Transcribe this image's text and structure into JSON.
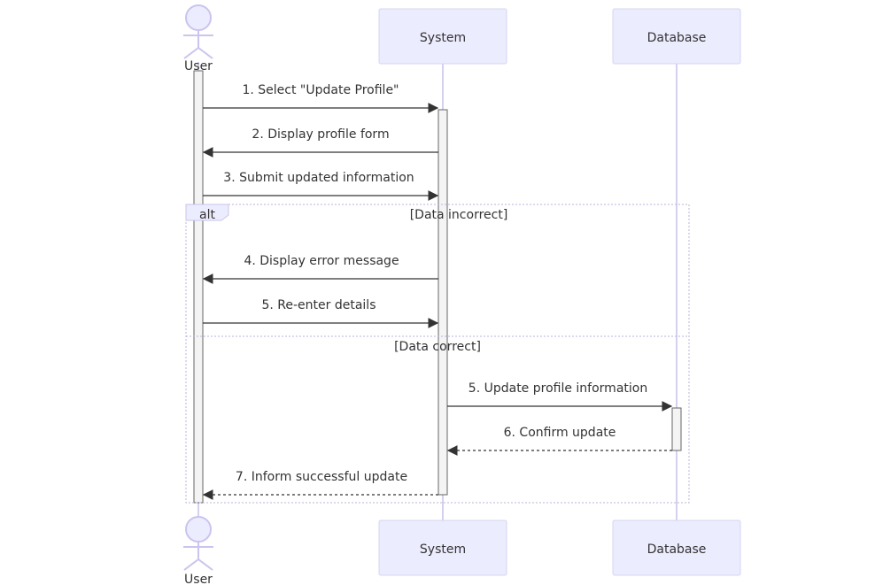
{
  "participants": {
    "user": "User",
    "system": "System",
    "database": "Database"
  },
  "messages": [
    {
      "label": "1. Select \"Update Profile\"",
      "from": "user",
      "to": "system",
      "style": "solid"
    },
    {
      "label": "2. Display profile form",
      "from": "system",
      "to": "user",
      "style": "solid"
    },
    {
      "label": "3. Submit updated information",
      "from": "user",
      "to": "system",
      "style": "solid"
    },
    {
      "label": "4. Display error message",
      "from": "system",
      "to": "user",
      "style": "solid"
    },
    {
      "label": "5. Re-enter details",
      "from": "user",
      "to": "system",
      "style": "solid"
    },
    {
      "label": "5. Update profile information",
      "from": "system",
      "to": "database",
      "style": "solid"
    },
    {
      "label": "6. Confirm update",
      "from": "database",
      "to": "system",
      "style": "dashed"
    },
    {
      "label": "7. Inform successful update",
      "from": "system",
      "to": "user",
      "style": "dashed"
    }
  ],
  "alt_frame": {
    "keyword": "alt",
    "condition_1": "[Data incorrect]",
    "condition_2": "[Data correct]"
  },
  "colors": {
    "participant_fill": "#ECECFF",
    "lifeline": "#d6d0ee",
    "arrow": "#333333"
  }
}
